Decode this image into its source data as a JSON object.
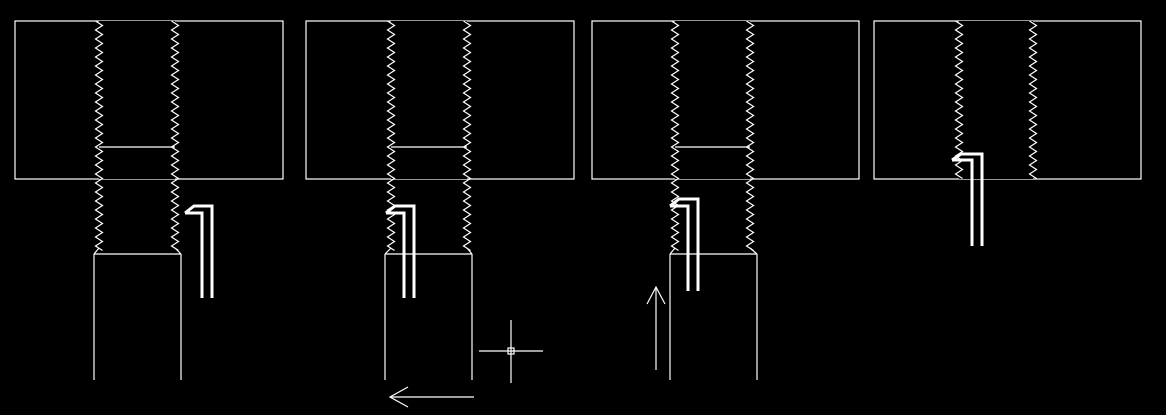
{
  "drawing": {
    "background": "#000000",
    "line_color": "#ffffff",
    "stages": [
      {
        "id": "stage-1",
        "tool_side": "right",
        "has_workpiece": true,
        "motion": "none"
      },
      {
        "id": "stage-2",
        "tool_side": "left",
        "has_workpiece": true,
        "motion": "retract-left"
      },
      {
        "id": "stage-3",
        "tool_side": "left",
        "has_workpiece": true,
        "motion": "move-up"
      },
      {
        "id": "stage-4",
        "tool_side": "left",
        "has_workpiece": false,
        "motion": "none"
      }
    ],
    "cursor": {
      "type": "crosshair-cursor"
    }
  }
}
